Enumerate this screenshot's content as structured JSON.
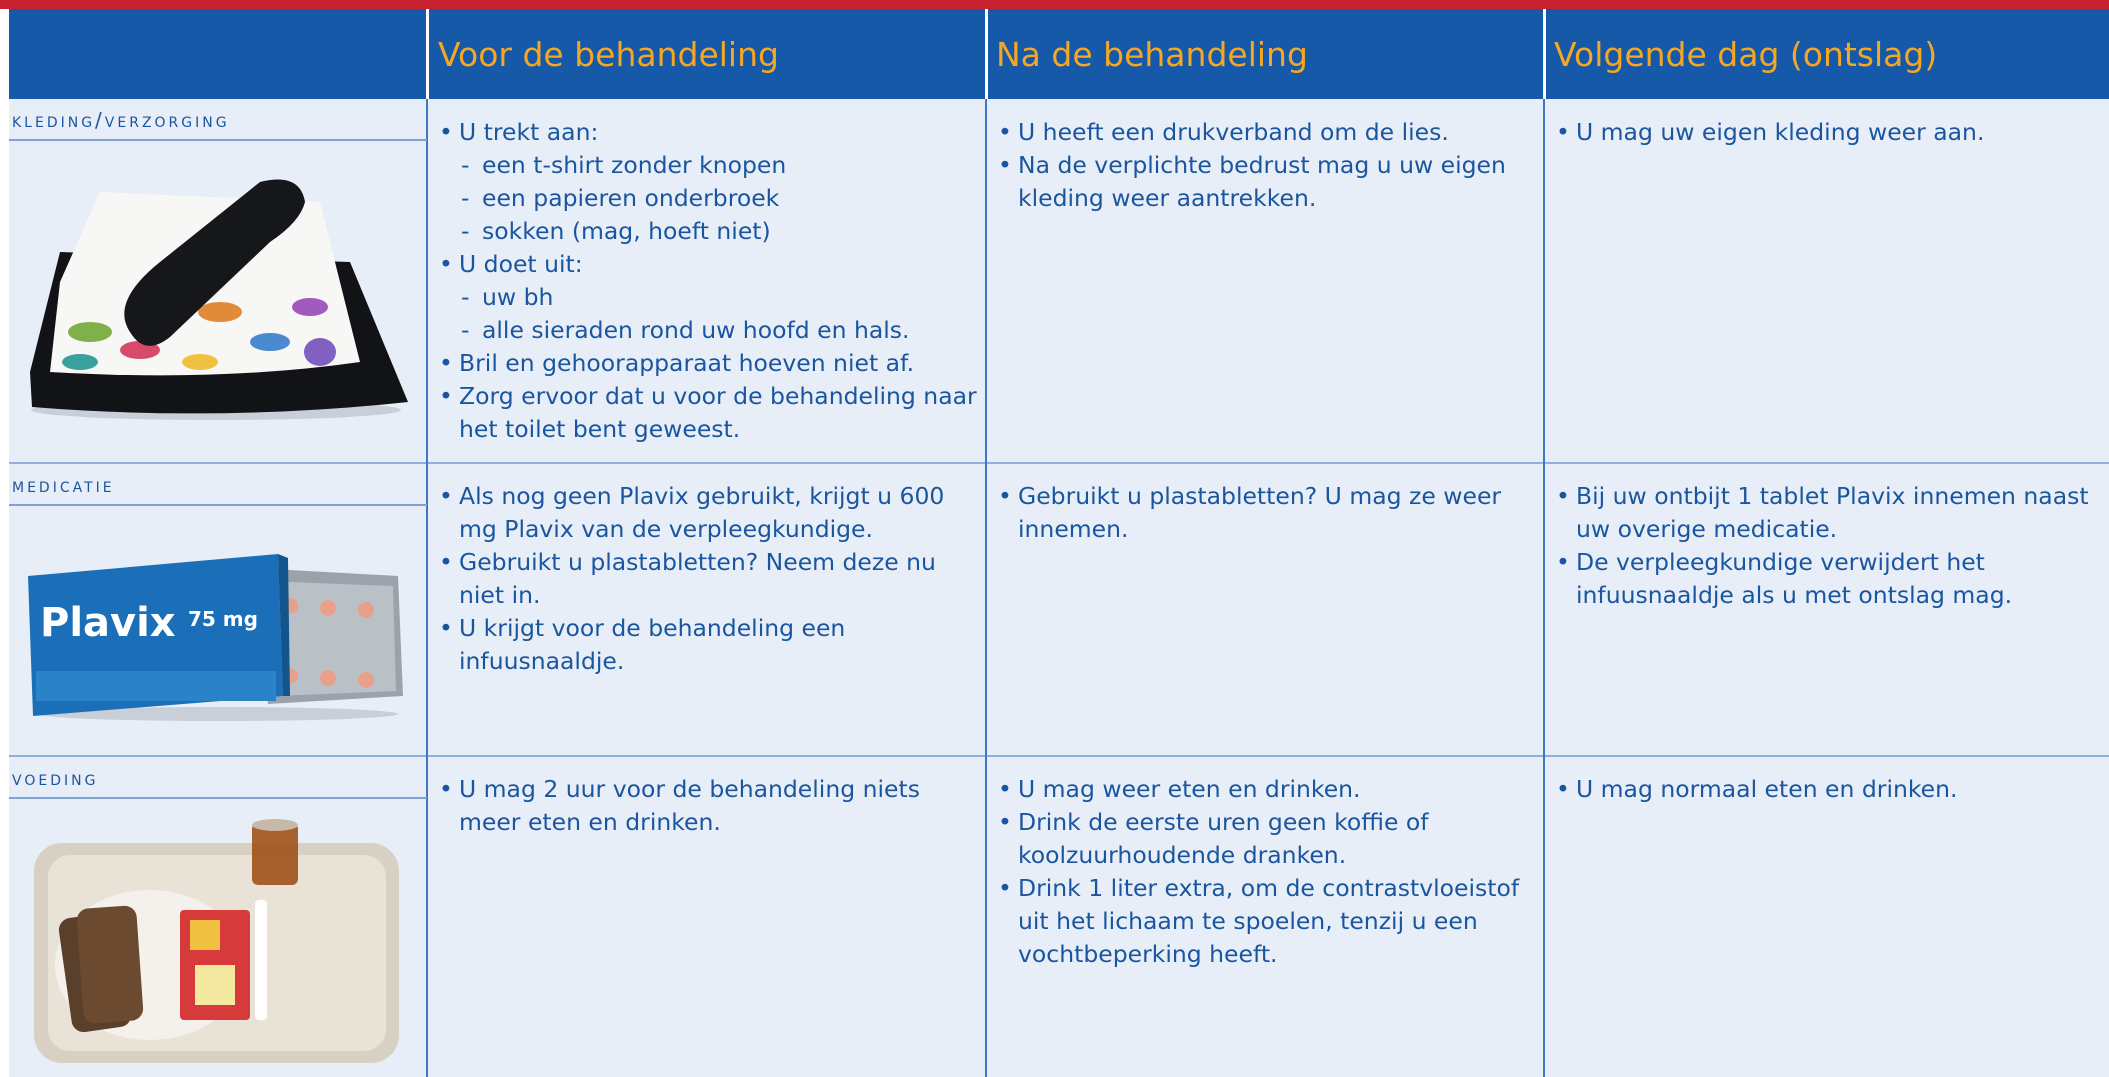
{
  "header": {
    "col_before": "Voor de behandeling",
    "col_after": "Na de behandeling",
    "col_next_day": "Volgende dag (ontslag)"
  },
  "rows": [
    {
      "label": "kleding/verzorging",
      "image": "clothing-photo",
      "before": [
        {
          "type": "bullet",
          "text": "U trekt aan:"
        },
        {
          "type": "sub",
          "text": "een t-shirt zonder knopen"
        },
        {
          "type": "sub",
          "text": "een papieren onderbroek"
        },
        {
          "type": "sub",
          "text": "sokken (mag, hoeft niet)"
        },
        {
          "type": "bullet",
          "text": "U doet uit:"
        },
        {
          "type": "sub",
          "text": "uw bh"
        },
        {
          "type": "sub",
          "text": "alle sieraden rond uw hoofd en hals."
        },
        {
          "type": "bullet",
          "text": "Bril en gehoorapparaat hoeven niet af."
        },
        {
          "type": "bullet",
          "text": "Zorg ervoor dat u voor de behandeling naar het toilet bent geweest."
        }
      ],
      "after": [
        {
          "type": "bullet",
          "text": "U heeft een drukverband om de lies."
        },
        {
          "type": "bullet",
          "text": "Na de verplichte bedrust mag u uw eigen kleding weer aantrekken."
        }
      ],
      "next_day": [
        {
          "type": "bullet",
          "text": "U mag uw eigen kleding weer aan."
        }
      ]
    },
    {
      "label": "medicatie",
      "image": "medication-photo",
      "box_brand": "Plavix",
      "box_dose": "75 mg",
      "before": [
        {
          "type": "bullet",
          "text": "Als nog geen Plavix gebruikt, krijgt u 600 mg Plavix van de verpleegkundige."
        },
        {
          "type": "bullet",
          "text": "Gebruikt u plastabletten? Neem deze nu niet in."
        },
        {
          "type": "bullet",
          "text": "U krijgt voor de behandeling een infuusnaaldje."
        }
      ],
      "after": [
        {
          "type": "bullet",
          "text": "Gebruikt u plastabletten? U mag ze weer innemen."
        }
      ],
      "next_day": [
        {
          "type": "bullet",
          "text": "Bij uw ontbijt 1 tablet Plavix innemen naast uw overige medicatie."
        },
        {
          "type": "bullet",
          "text": "De verpleegkundige verwijdert het infuusnaaldje als u met ontslag mag."
        }
      ]
    },
    {
      "label": "voeding",
      "image": "food-tray-photo",
      "before": [
        {
          "type": "bullet",
          "text": "U mag 2 uur voor de behandeling niets meer eten en drinken."
        }
      ],
      "after": [
        {
          "type": "bullet",
          "text": "U mag weer eten en drinken."
        },
        {
          "type": "bullet",
          "text": "Drink de eerste uren geen koffie of koolzuurhoudende dranken."
        },
        {
          "type": "bullet",
          "text": "Drink 1 liter extra, om de contrastvloeistof uit het lichaam te spoelen, tenzij u een vochtbeperking heeft."
        }
      ],
      "next_day": [
        {
          "type": "bullet",
          "text": "U mag normaal eten en drinken."
        }
      ]
    }
  ],
  "colors": {
    "header_bg": "#1559a8",
    "header_text": "#f5a623",
    "body_text": "#1a56a0",
    "row_bg": "#e8eef7",
    "top_stripe": "#c8202e"
  }
}
